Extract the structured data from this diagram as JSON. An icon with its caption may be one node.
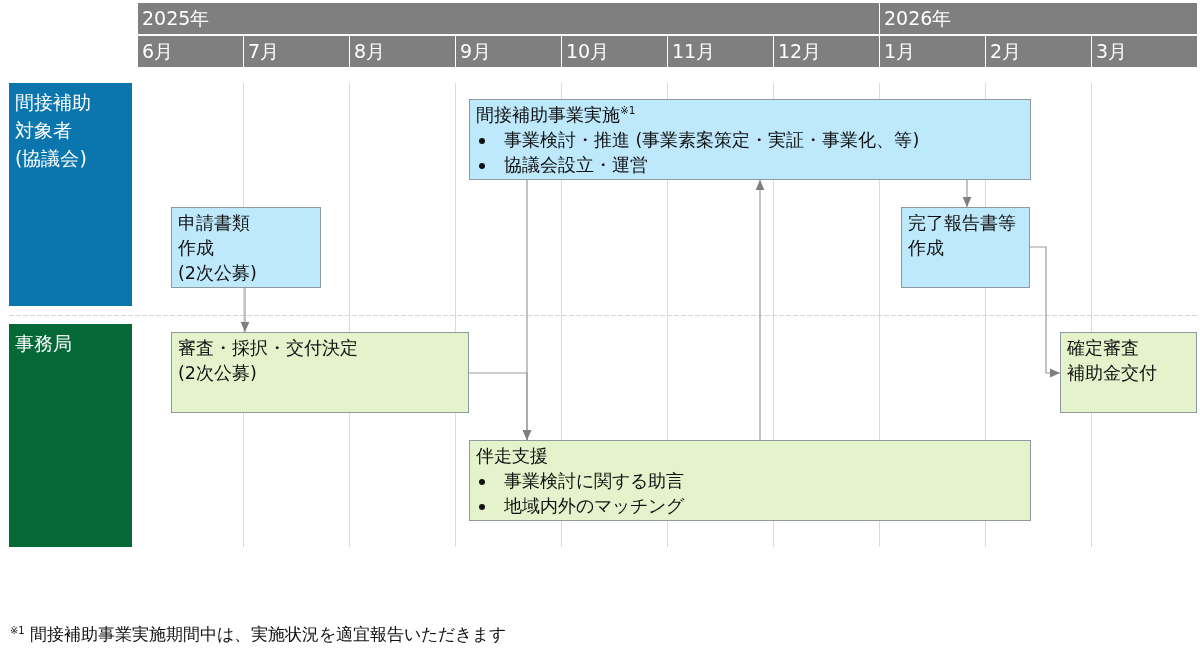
{
  "diagram": {
    "nodes": [
      {
        "text": [
          "間接補助対象者",
          "(協議会)"
        ]
      },
      {
        "text": [
          "間接補助事業実施$^{※1}$",
          "事業検討・推進 (事業素案策定・実証・事業化、等)",
          "協議会設立・運営"
        ]
      },
      {
        "text": [
          "申請書類作成",
          "(2次公募)"
        ]
      },
      {
        "text": [
          "完了報告書等作成"
        ]
      },
      {
        "text": [
          "事務局"
        ]
      },
      {
        "text": [
          "審査・採択・交付決定",
          "(2次公募)"
        ]
      },
      {
        "text": [
          "確定審査",
          "補助金交付"
        ]
      },
      {
        "text": [
          "伴走支援",
          "事業検討に関する助言",
          "地域内外のマッチング"
        ]
      }
    ],
    "edges": [
      {
        "from": 2,
        "to": 5,
        "arrow": "to"
      },
      {
        "from": 1,
        "to": 7,
        "arrow": "to"
      },
      {
        "from": 5,
        "to": 7,
        "arrow": "to"
      },
      {
        "from": 7,
        "to": 1,
        "arrow": "to"
      },
      {
        "from": 1,
        "to": 3,
        "arrow": "to"
      },
      {
        "from": 3,
        "to": 6,
        "arrow": "to"
      }
    ],
    "labels": [
      "2025年",
      "2026年",
      "6月",
      "7月",
      "8月",
      "9月",
      "10月",
      "11月",
      "12月",
      "1月",
      "2月",
      "3月",
      "$^{※1}$ 間接補助事業実施期間中は、実施状況を適宜報告いただきます"
    ]
  }
}
